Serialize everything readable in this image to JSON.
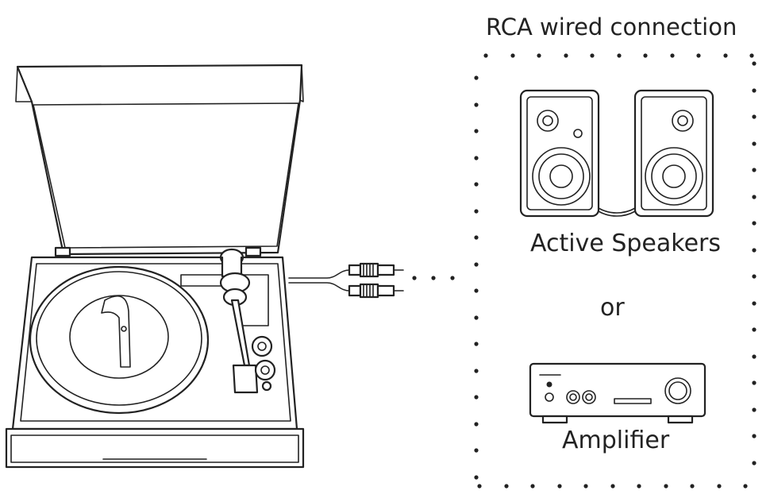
{
  "diagram": {
    "title": "RCA wired connection",
    "options": [
      {
        "id": "speakers",
        "label": "Active Speakers",
        "icon": "active-speakers-icon"
      },
      {
        "id": "amplifier",
        "label": "Amplifier",
        "icon": "amplifier-icon"
      }
    ],
    "separator": "or",
    "source_device_icon": "turntable-icon",
    "cable_icon": "rca-cable-icon",
    "line_color": "#222222",
    "background": "#ffffff"
  }
}
